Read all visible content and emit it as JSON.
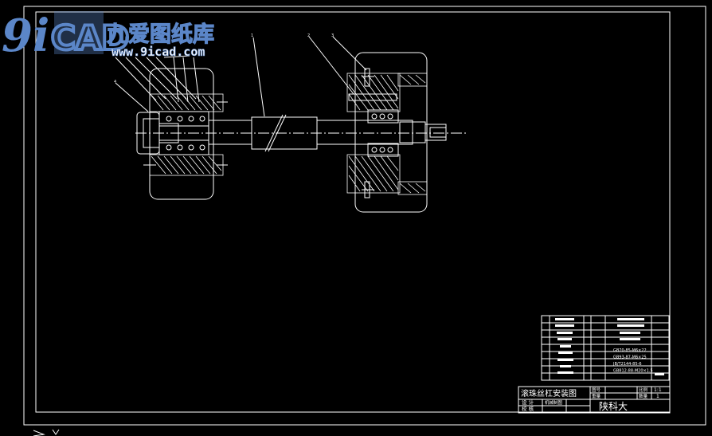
{
  "watermark": {
    "logo_text": "9iCAD",
    "site_name": "九爱图纸库",
    "site_url": "www.9icad.com"
  },
  "title_block": {
    "drawing_title": "滚珠丝杠安装图",
    "row_labels": [
      "设 计",
      "校 核"
    ],
    "designer": "机械制图",
    "scale_label": "比例",
    "scale_value": "1:1",
    "qty_label": "数量",
    "qty_value": "1",
    "school": "陕科大",
    "col_labels": [
      "图号",
      "重量"
    ]
  },
  "parts_list": {
    "codes": [
      "GB70-85-M6×22",
      "GB93-87-M6×25",
      "JB/T2144-85-6",
      "GB812-88-M20×1.5"
    ]
  },
  "colors": {
    "background": "#000000",
    "line": "#ffffff",
    "logo": "#5b86c8"
  }
}
